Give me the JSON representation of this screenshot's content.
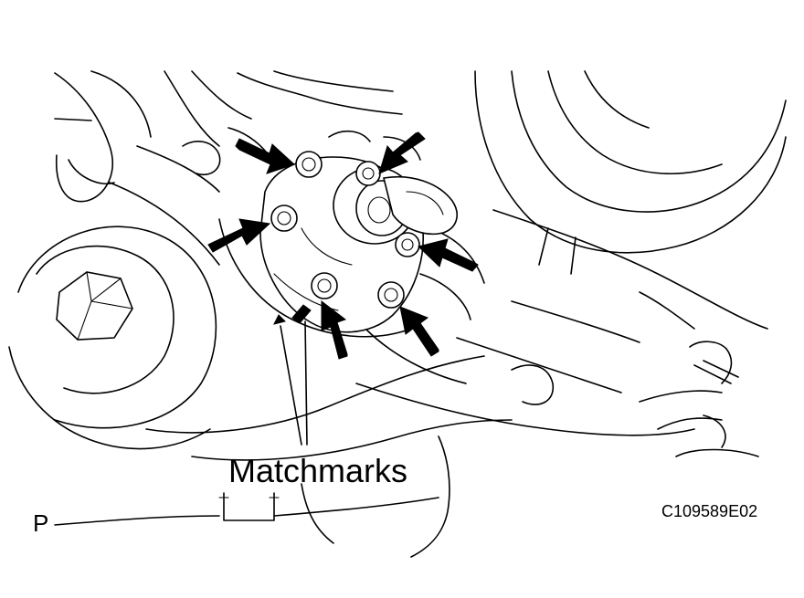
{
  "diagram": {
    "callout_label": "Matchmarks",
    "view_marker": "P",
    "figure_code": "C109589E02",
    "fastener_count": 6,
    "colors": {
      "ink": "#000000",
      "paper": "#ffffff"
    }
  }
}
